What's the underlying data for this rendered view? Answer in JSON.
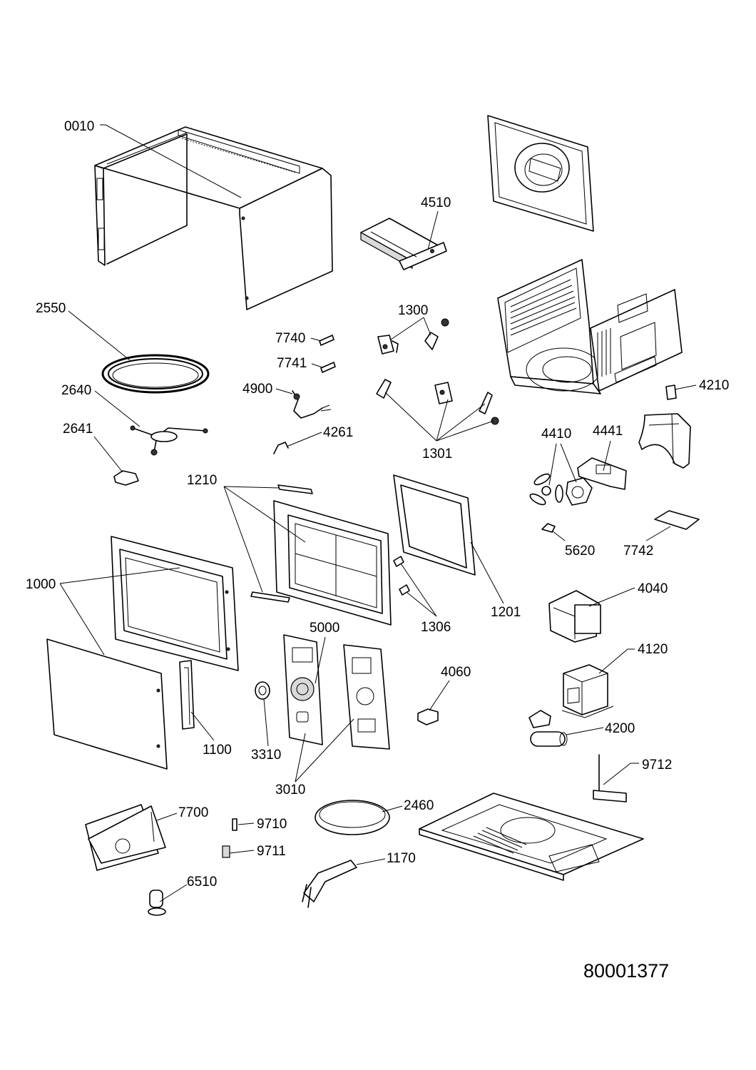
{
  "document_number": "80001377",
  "labels": {
    "l0010": "0010",
    "l4510": "4510",
    "l2550": "2550",
    "l1300": "1300",
    "l7740": "7740",
    "l7741": "7741",
    "l4900": "4900",
    "l4210": "4210",
    "l2640": "2640",
    "l2641": "2641",
    "l4261": "4261",
    "l1301": "1301",
    "l4410": "4410",
    "l4441": "4441",
    "l1210": "1210",
    "l5620": "5620",
    "l7742": "7742",
    "l1000": "1000",
    "l1201": "1201",
    "l1306": "1306",
    "l4040": "4040",
    "l5000": "5000",
    "l4120": "4120",
    "l4060": "4060",
    "l1100": "1100",
    "l3310": "3310",
    "l4200": "4200",
    "l9712": "9712",
    "l3010": "3010",
    "l7700": "7700",
    "l2460": "2460",
    "l9710": "9710",
    "l9711": "9711",
    "l1170": "1170",
    "l6510": "6510"
  }
}
